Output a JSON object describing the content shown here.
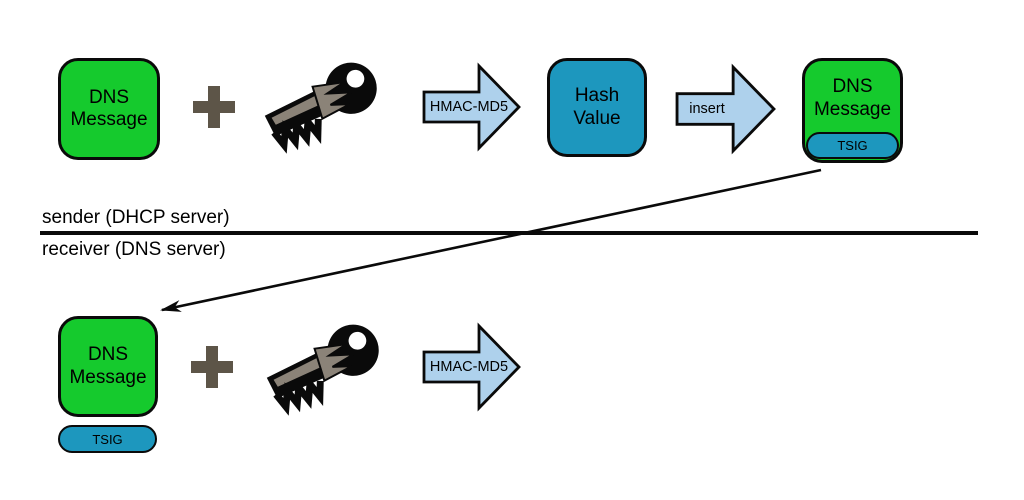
{
  "colors": {
    "box_green": "#15ca2d",
    "box_teal": "#1d97be",
    "arrow_blue": "#aed1ec",
    "plus_gray": "#5d5548",
    "key_accent": "#8b8378",
    "outline_black": "#0a0a0a"
  },
  "sender": {
    "dns_box_label": "DNS Message",
    "plus_icon": "plus-icon",
    "key_icon": "key-icon",
    "hmac_arrow_label": "HMAC-MD5",
    "hash_box_label": "Hash Value",
    "insert_arrow_label": "insert",
    "result_dns_box_label": "DNS Message",
    "result_tsig_label": "TSIG"
  },
  "divider": {
    "sender_label": "sender (DHCP server)",
    "receiver_label": "receiver (DNS server)"
  },
  "receiver": {
    "dns_box_label": "DNS Message",
    "tsig_label": "TSIG",
    "plus_icon": "plus-icon",
    "key_icon": "key-icon",
    "hmac_arrow_label": "HMAC-MD5"
  }
}
